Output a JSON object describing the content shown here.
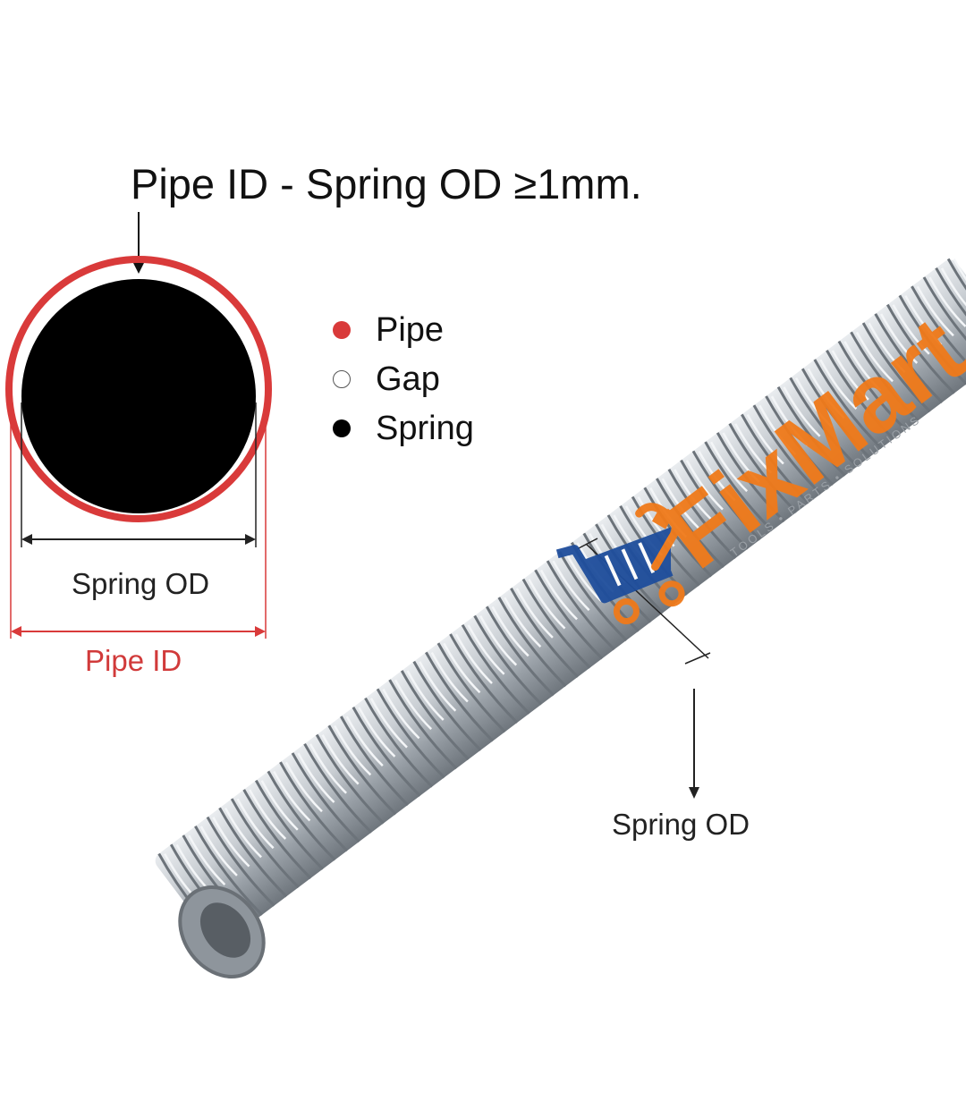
{
  "headline": "Pipe ID - Spring OD ≥1mm.",
  "legend": [
    {
      "label": "Pipe",
      "color": "#d93a3a",
      "style": "filled"
    },
    {
      "label": "Gap",
      "color": "#ffffff",
      "style": "outline"
    },
    {
      "label": "Spring",
      "color": "#000000",
      "style": "filled"
    }
  ],
  "cross_section": {
    "spring_od_label": "Spring OD",
    "pipe_id_label": "Pipe ID",
    "pipe_color": "#d93a3a",
    "spring_color": "#000000"
  },
  "spring_photo": {
    "od_label": "Spring OD",
    "metal_color": "#b9bec4"
  },
  "watermark": {
    "brand": "FixMart",
    "tagline": "TOOLS • PARTS • SOLUTIONS",
    "brand_orange": "#f07a1a",
    "brand_blue": "#1f4e9c"
  }
}
